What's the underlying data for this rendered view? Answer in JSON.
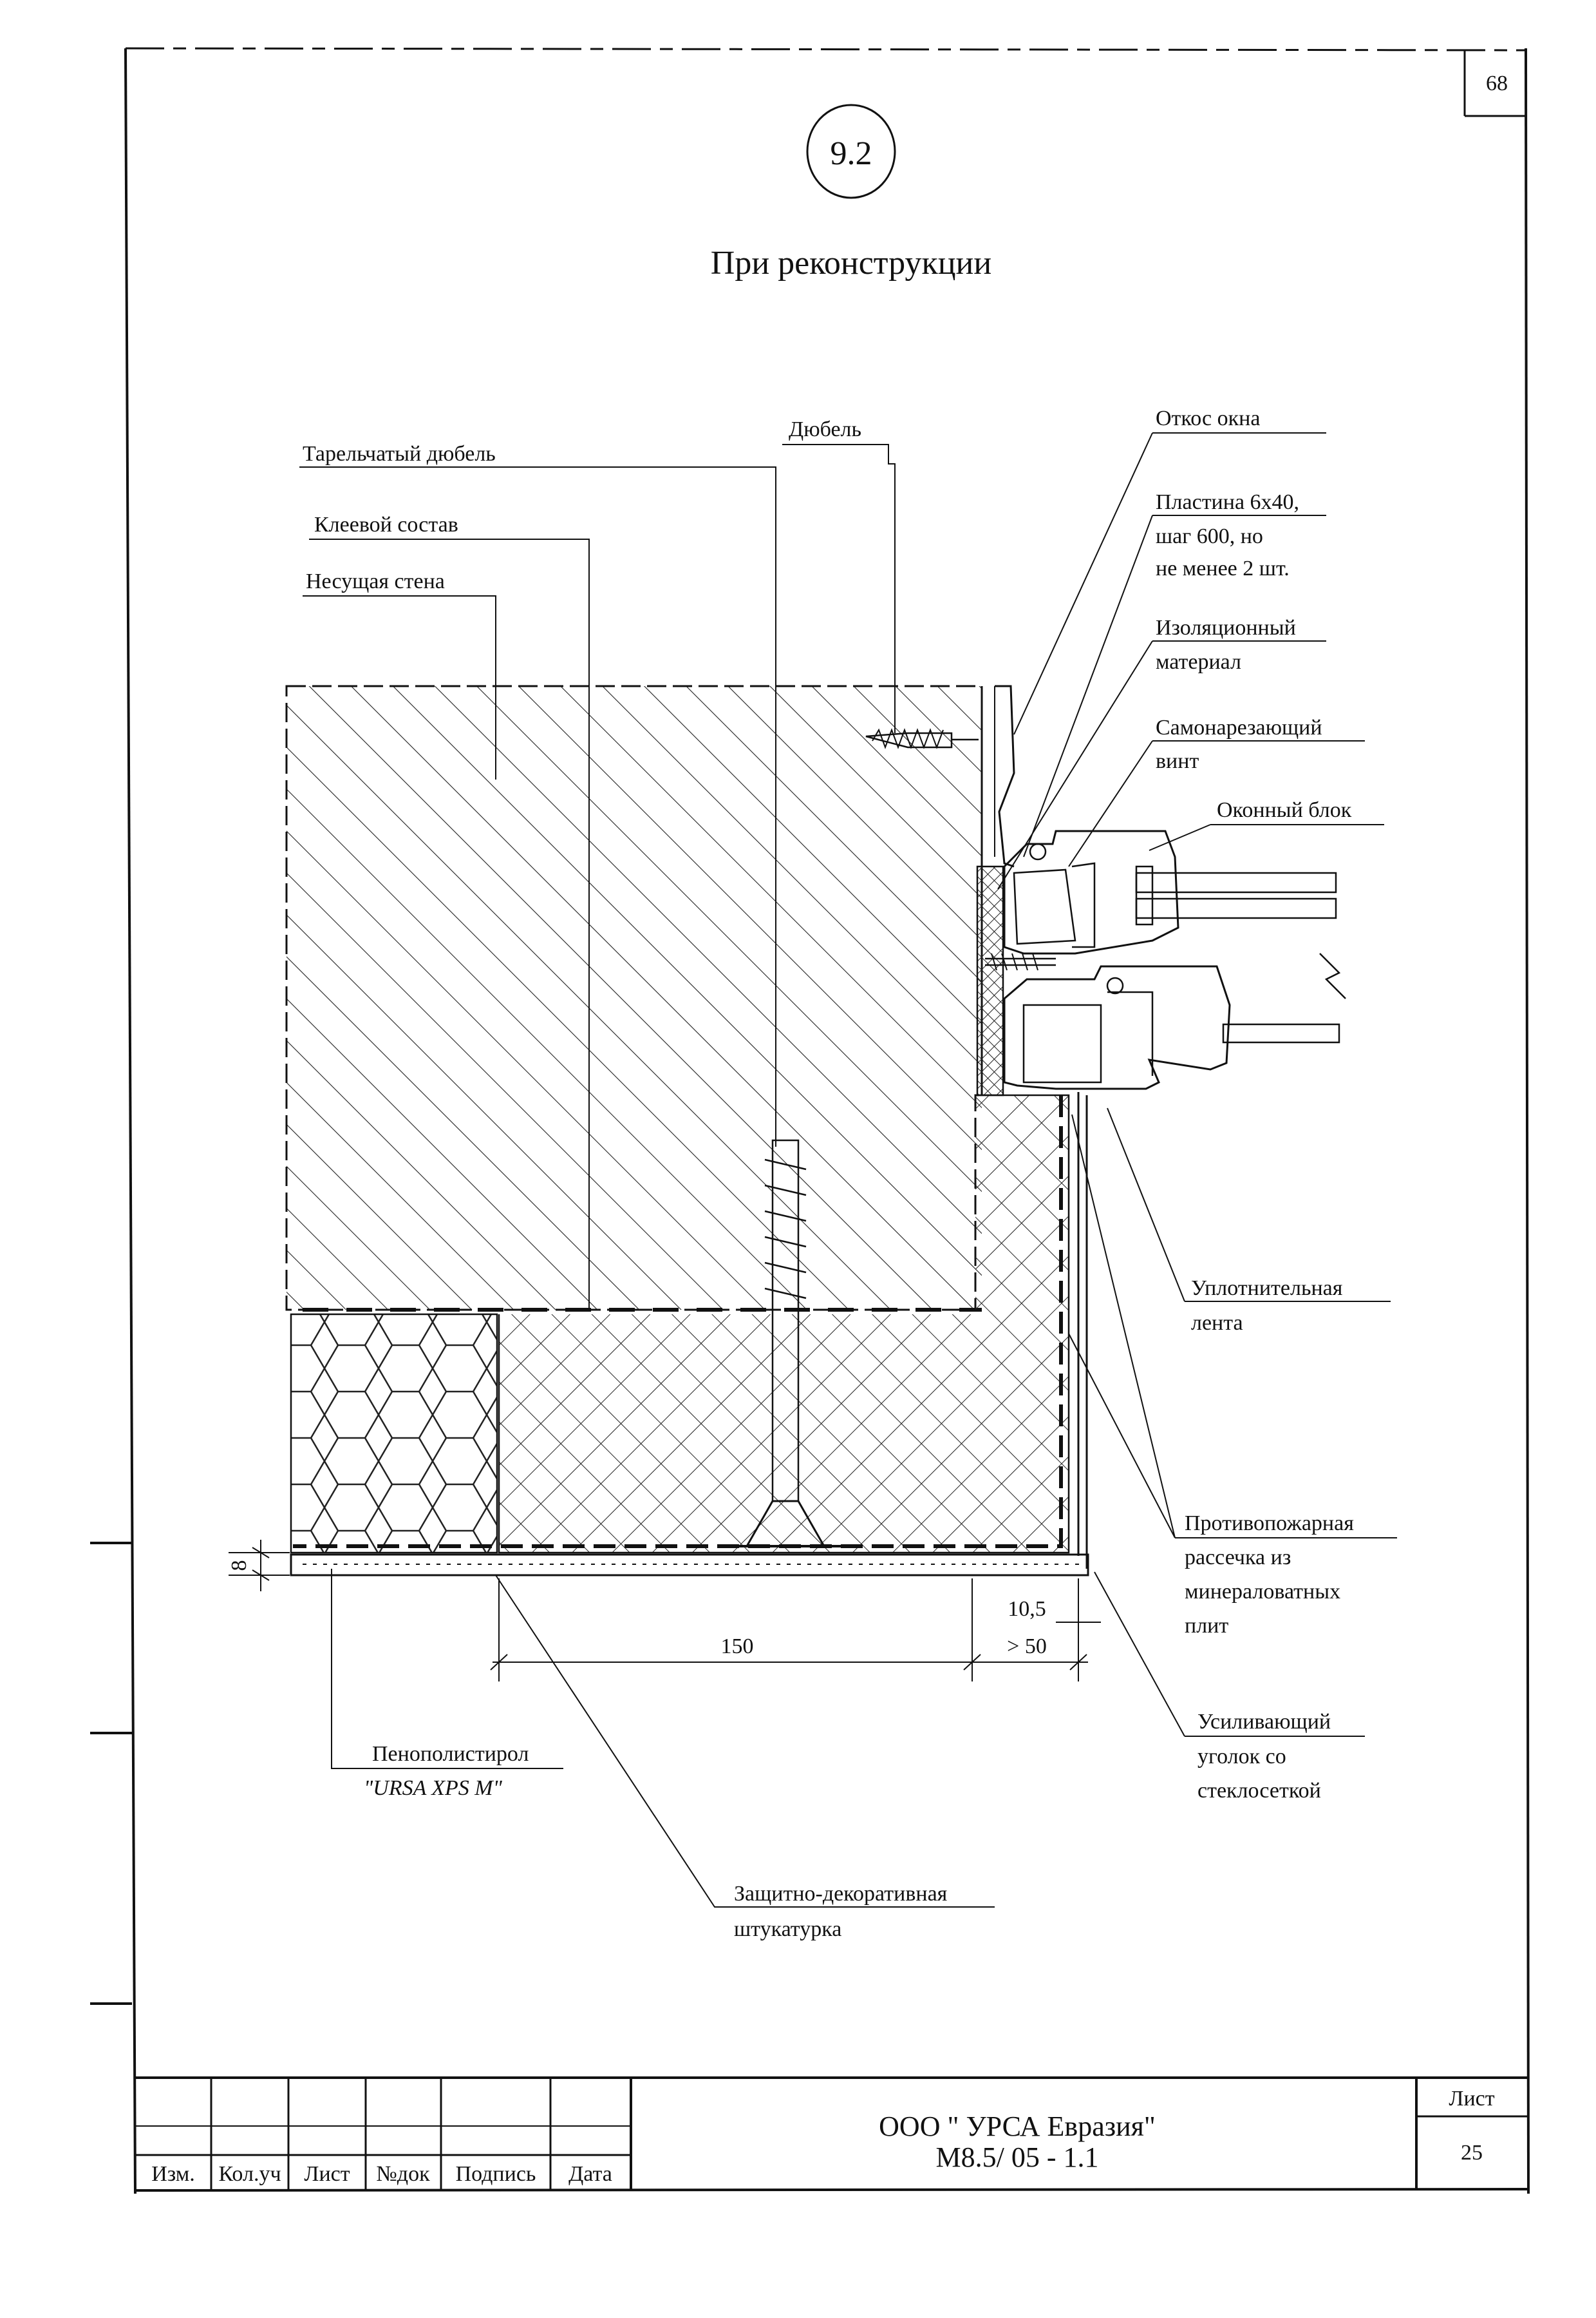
{
  "sheet_number": "68",
  "detail_id": "9.2",
  "title": "При реконструкции",
  "labels": {
    "plate_dowel": "Тарельчатый дюбель",
    "dowel": "Дюбель",
    "adhesive": "Клеевой состав",
    "bearing_wall": "Несущая стена",
    "window_reveal": "Откос окна",
    "plate": [
      "Пластина 6x40,",
      "шаг 600, но",
      "не менее 2 шт."
    ],
    "insulation": [
      "Изоляционный",
      "материал"
    ],
    "screw": [
      "Самонарезающий",
      "винт"
    ],
    "window_block": "Оконный блок",
    "sealing_tape": [
      "Уплотнительная",
      "лента"
    ],
    "fire_break": [
      "Противопожарная",
      "рассечка из",
      "минераловатных",
      "плит"
    ],
    "corner": [
      "Усиливающий",
      "уголок со",
      "стеклосеткой"
    ],
    "eps": [
      "Пенополистирол",
      "\"URSA  XPS M\""
    ],
    "plaster": [
      "Защитно-декоративная",
      "штукатурка"
    ]
  },
  "dimensions": {
    "layer": "8",
    "gap": "10,5",
    "width": "150",
    "min": "> 50"
  },
  "title_block": {
    "company": "ООО \" УРСА Евразия\"",
    "doc_code": "М8.5/ 05 - 1.1",
    "sheet_label": "Лист",
    "sheet_value": "25",
    "columns": [
      "Изм.",
      "Кол.уч",
      "Лист",
      "№док",
      "Подпись",
      "Дата"
    ]
  }
}
